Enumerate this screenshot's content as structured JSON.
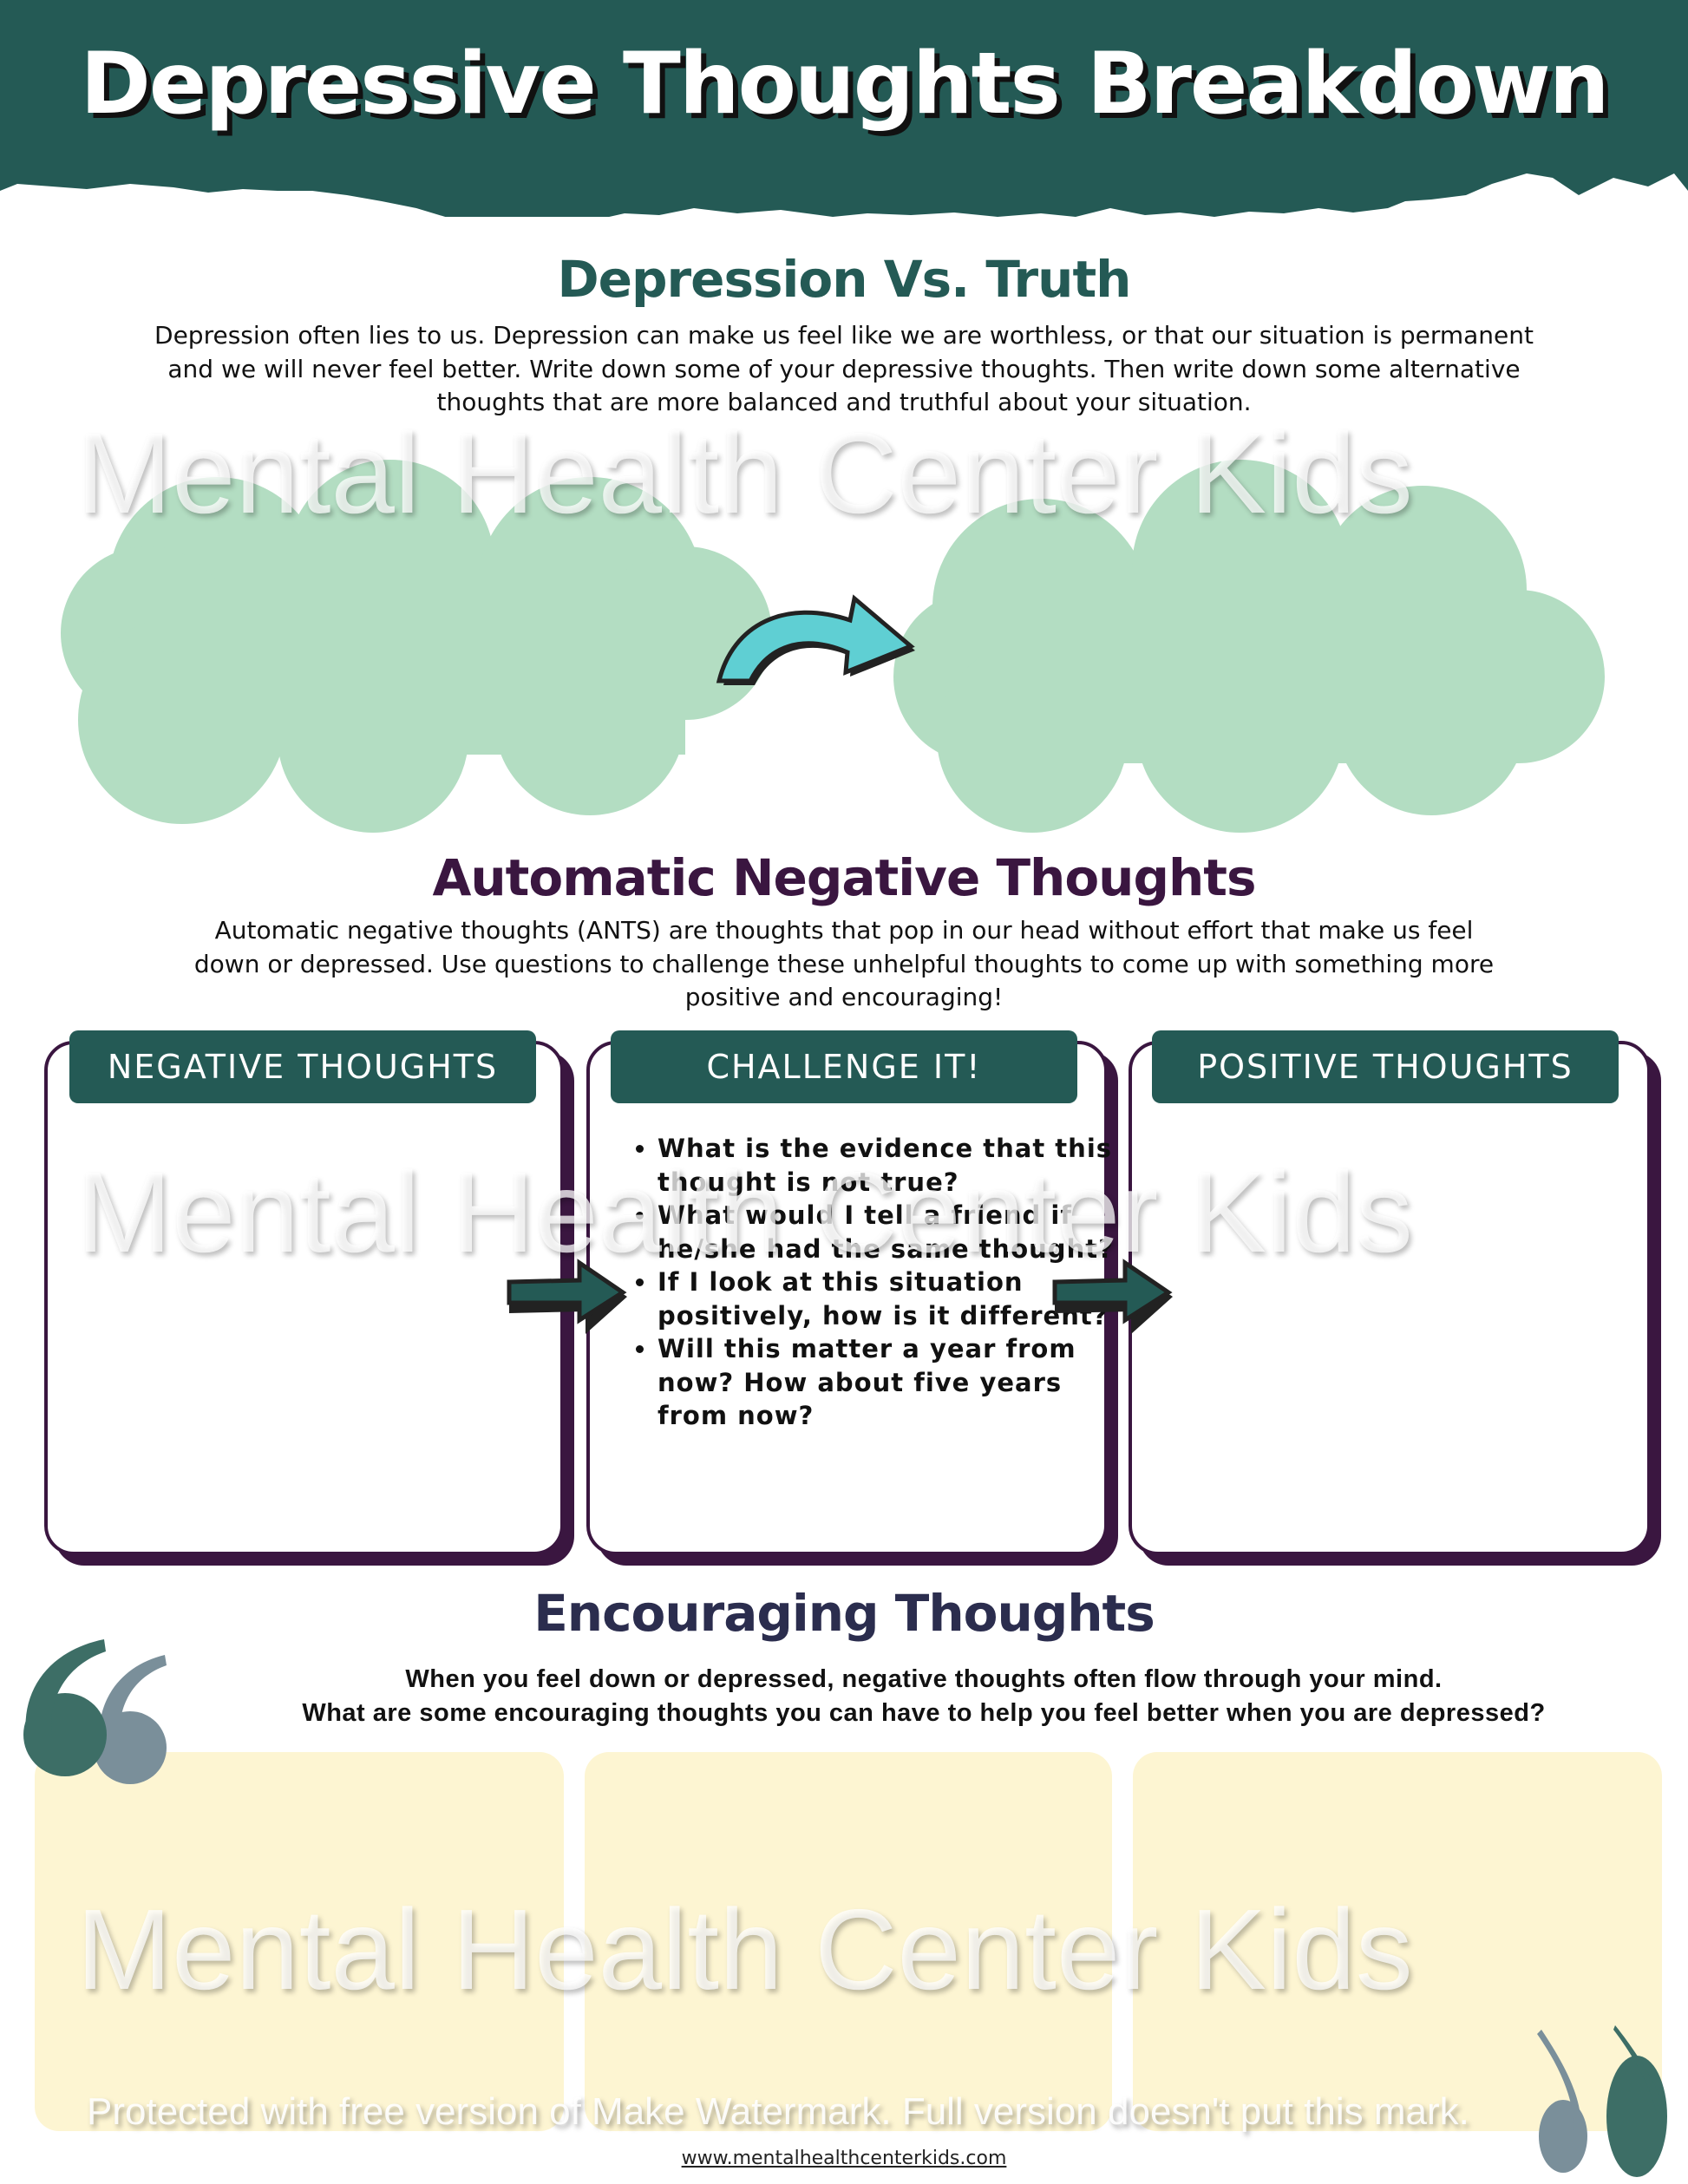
{
  "title": "Depressive Thoughts Breakdown",
  "colors": {
    "header": "#245a55",
    "cloud": "#b3ddc2",
    "arrow": "#5fcfd3",
    "box_border": "#3a1640",
    "yellow": "#fdf5d2",
    "quote_dark": "#3d6e66",
    "quote_light": "#7a8f9a"
  },
  "section1": {
    "heading": "Depression Vs. Truth",
    "lines": [
      "Depression often lies to us. Depression can make us feel like we are worthless, or that our situation is permanent",
      "and we will never feel better.  Write down some of your depressive thoughts. Then write down some alternative",
      "thoughts that are more balanced and truthful about your situation."
    ]
  },
  "section2": {
    "heading": "Automatic Negative Thoughts",
    "lines": [
      "Automatic negative thoughts (ANTS) are thoughts that pop in our head without effort that make us feel",
      "down or depressed. Use questions to challenge these unhelpful thoughts to come up with something more",
      "positive and encouraging!"
    ],
    "columns": [
      "NEGATIVE THOUGHTS",
      "CHALLENGE IT!",
      "POSITIVE THOUGHTS"
    ],
    "questions": [
      "What is the evidence that this thought is not true?",
      "What would I tell a friend if he/she had the same thought?",
      "If I look at this situation positively, how is it different?",
      "Will this matter a year from now? How about five years from now?"
    ]
  },
  "section3": {
    "heading": "Encouraging Thoughts",
    "lines": [
      "When you feel down or depressed, negative thoughts often flow through your mind.",
      "What are some encouraging thoughts you can have to help you feel better when  you are depressed?"
    ]
  },
  "watermark": "Mental Health Center Kids",
  "protected_notice": "Protected with free version of Make Watermark. Full version doesn't put this mark.",
  "footer_url": "www.mentalhealthcenterkids.com"
}
